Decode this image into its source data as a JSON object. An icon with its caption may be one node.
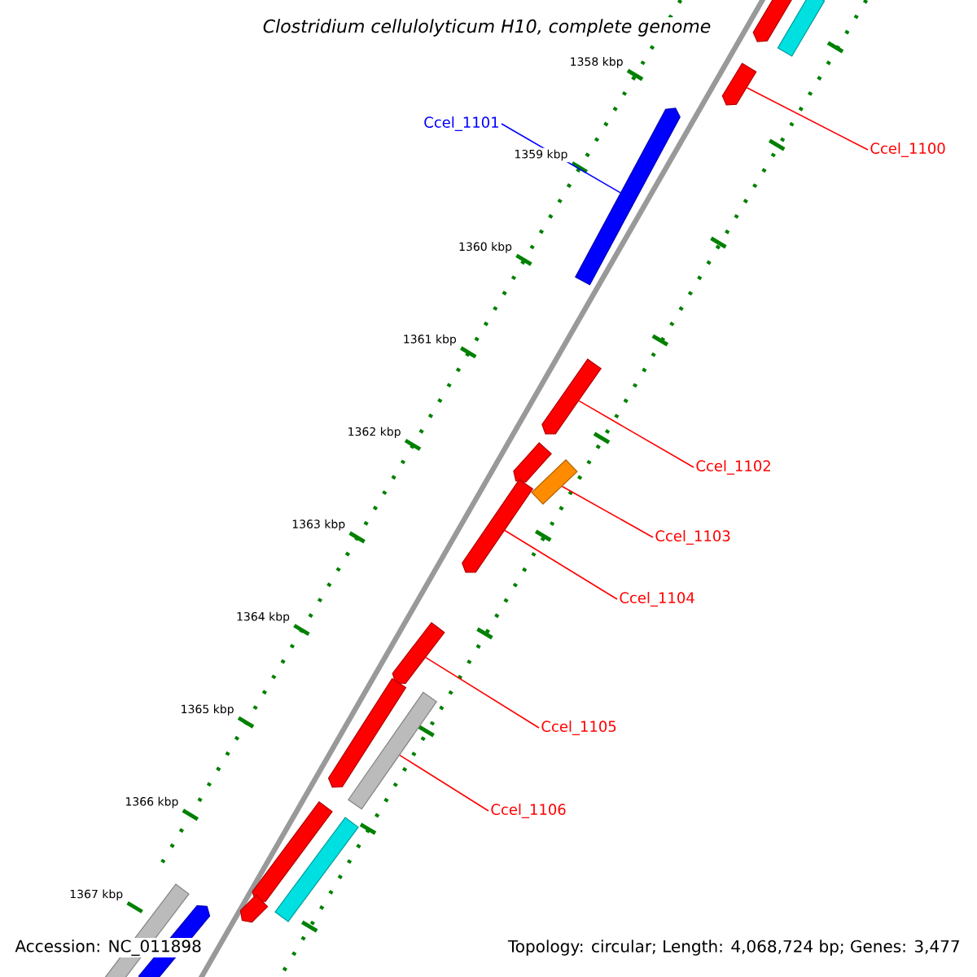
{
  "diagram": {
    "title": "Clostridium cellulolyticum H10, complete genome",
    "nodes": [
      {
        "text": [
          "Ccel_1101"
        ]
      },
      {
        "text": [
          "Ccel_1100"
        ]
      },
      {
        "text": [
          "Ccel_1102"
        ]
      },
      {
        "text": [
          "Ccel_1103"
        ]
      },
      {
        "text": [
          "Ccel_1104"
        ]
      },
      {
        "text": [
          "Ccel_1105"
        ]
      },
      {
        "text": [
          "Ccel_1106"
        ]
      },
      {
        "text": [],
        "shape": "bar"
      },
      {
        "text": [],
        "shape": "bar"
      },
      {
        "text": [],
        "shape": "bar"
      },
      {
        "text": [],
        "shape": "bar"
      },
      {
        "text": [],
        "shape": "bar"
      },
      {
        "text": [],
        "shape": "bar"
      },
      {
        "text": [],
        "shape": "bar"
      },
      {
        "text": [],
        "shape": "bar"
      },
      {
        "text": [],
        "shape": "bar"
      },
      {
        "text": [],
        "shape": "bar"
      },
      {
        "text": [],
        "shape": "bar"
      },
      {
        "text": [],
        "shape": "bar"
      },
      {
        "text": [],
        "shape": "bar"
      },
      {
        "text": [],
        "shape": "bar"
      },
      {
        "text": [],
        "shape": "bar"
      },
      {
        "text": [],
        "shape": "bar"
      }
    ],
    "edges": [
      {
        "from": 0,
        "to": 10,
        "arrow": "none",
        "color": "#0000ff"
      },
      {
        "from": 1,
        "to": 9,
        "arrow": "none"
      },
      {
        "from": 2,
        "to": 11,
        "arrow": "none"
      },
      {
        "from": 3,
        "to": 13,
        "arrow": "none"
      },
      {
        "from": 4,
        "to": 14,
        "arrow": "none"
      },
      {
        "from": 5,
        "to": 15,
        "arrow": "none"
      },
      {
        "from": 6,
        "to": 17,
        "arrow": "none"
      }
    ],
    "labels": [
      "1358 kbp",
      "1359 kbp",
      "1360 kbp",
      "1361 kbp",
      "1362 kbp",
      "1363 kbp",
      "1364 kbp",
      "1365 kbp",
      "1366 kbp",
      "1367 kbp",
      "Accession: NC_011898",
      "Topology: circular; Length: 4,068,724 bp; Genes: 3,477"
    ]
  }
}
